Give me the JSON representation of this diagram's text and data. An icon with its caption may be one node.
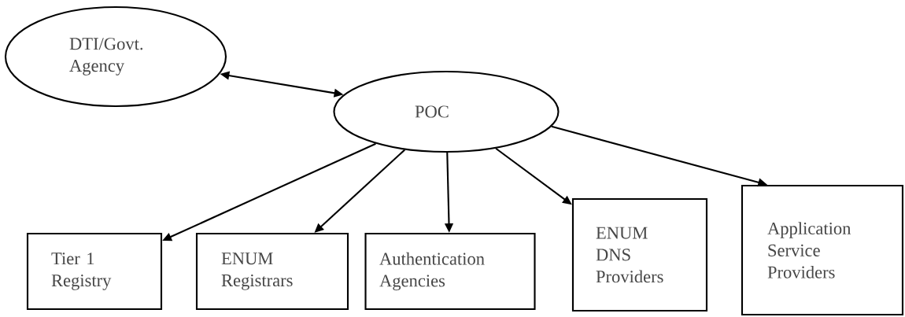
{
  "diagram": {
    "nodes": [
      {
        "text": [
          "DTI/Govt. Agency"
        ]
      },
      {
        "text": [
          "POC"
        ]
      },
      {
        "text": [
          "Tier 1 Registry"
        ]
      },
      {
        "text": [
          "ENUM Registrars"
        ]
      },
      {
        "text": [
          "Authentication Agencies"
        ]
      },
      {
        "text": [
          "ENUM DNS Providers"
        ]
      },
      {
        "text": [
          "Application Service Providers"
        ]
      }
    ],
    "edges": [
      {
        "from": 0,
        "to": 1,
        "arrow": "both"
      },
      {
        "from": 1,
        "to": 2,
        "arrow": "to"
      },
      {
        "from": 1,
        "to": 3,
        "arrow": "to"
      },
      {
        "from": 1,
        "to": 4,
        "arrow": "to"
      },
      {
        "from": 1,
        "to": 5,
        "arrow": "to"
      },
      {
        "from": 1,
        "to": 6,
        "arrow": "to"
      }
    ]
  }
}
